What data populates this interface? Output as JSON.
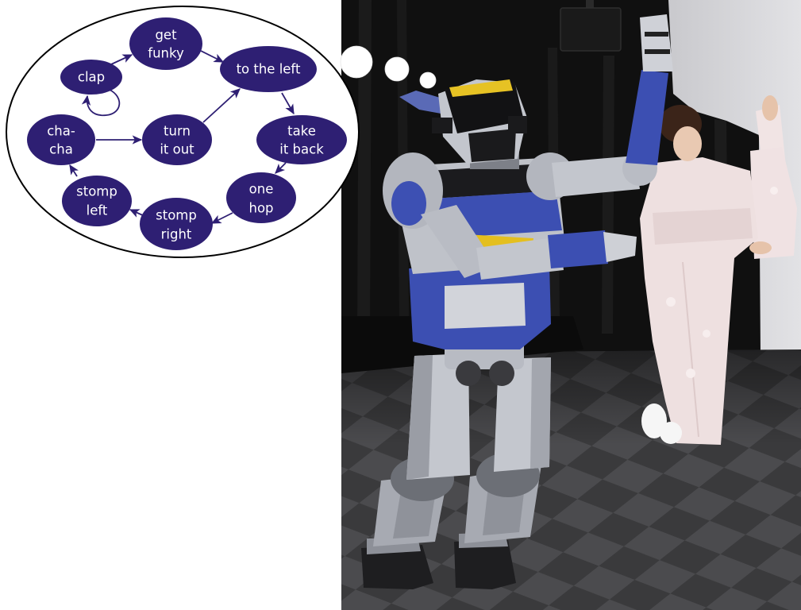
{
  "slide": {
    "colors": {
      "background": "#ffffff",
      "node_fill": "#2e1f73",
      "node_text": "#ffffff",
      "arrow": "#2e1f73",
      "bubble_fill": "#ffffff",
      "bubble_stroke": "#000000",
      "robot_blue": "#3c4fb2",
      "robot_silver": "#c3c6cd",
      "kimono": "#eee0e0"
    }
  },
  "thought_bubble": {
    "nodes": [
      {
        "lines": [
          "get",
          "funky"
        ]
      },
      {
        "lines": [
          "clap"
        ]
      },
      {
        "lines": [
          "to the left"
        ]
      },
      {
        "lines": [
          "cha-",
          "cha"
        ]
      },
      {
        "lines": [
          "turn",
          "it out"
        ]
      },
      {
        "lines": [
          "take",
          "it back"
        ]
      },
      {
        "lines": [
          "stomp",
          "left"
        ]
      },
      {
        "lines": [
          "one",
          "hop"
        ]
      },
      {
        "lines": [
          "stomp",
          "right"
        ]
      }
    ],
    "edges": [
      [
        1,
        0
      ],
      [
        0,
        2
      ],
      [
        2,
        5
      ],
      [
        5,
        7
      ],
      [
        7,
        8
      ],
      [
        8,
        6
      ],
      [
        6,
        3
      ],
      [
        3,
        4
      ],
      [
        4,
        2
      ],
      [
        1,
        1
      ]
    ]
  }
}
